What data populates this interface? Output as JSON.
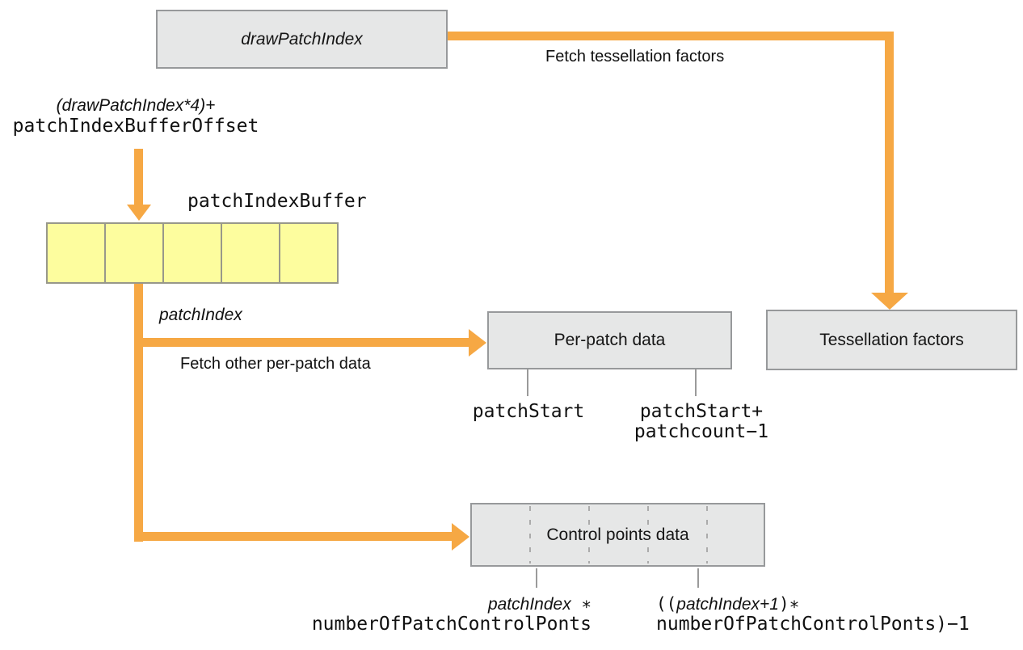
{
  "diagram": {
    "nodes": {
      "draw_patch_index": {
        "label": "drawPatchIndex"
      },
      "patch_index_buffer": {
        "label": "patchIndexBuffer",
        "cells": 5
      },
      "per_patch_data": {
        "label": "Per-patch data"
      },
      "tessellation_factors": {
        "label": "Tessellation factors"
      },
      "control_points_data": {
        "label": "Control points data",
        "cells": 5
      }
    },
    "edges": {
      "fetch_tessellation": {
        "label": "Fetch tessellation factors"
      },
      "fetch_per_patch": {
        "label": "Fetch other per-patch data"
      }
    },
    "annotations": {
      "offset_expr": {
        "line1": "(drawPatchIndex*4)+",
        "line2": "patchIndexBufferOffset"
      },
      "patch_index_label": "patchIndex",
      "per_patch_range": {
        "start": "patchStart",
        "end_line1": "patchStart+",
        "end_line2": "patchcount−1"
      },
      "control_range": {
        "start_italic": "patchIndex",
        "start_op": " ∗",
        "start_line2": "numberOfPatchControlPonts",
        "end_open": "((",
        "end_italic": "patchIndex+1",
        "end_close": ")∗",
        "end_line2": "numberOfPatchControlPonts)−1"
      }
    },
    "colors": {
      "arrow": "#f6a844",
      "node_fill": "#e6e7e7",
      "node_border": "#97999b",
      "buffer_fill": "#fdfd9e",
      "tick": "#9a9a9a"
    }
  }
}
